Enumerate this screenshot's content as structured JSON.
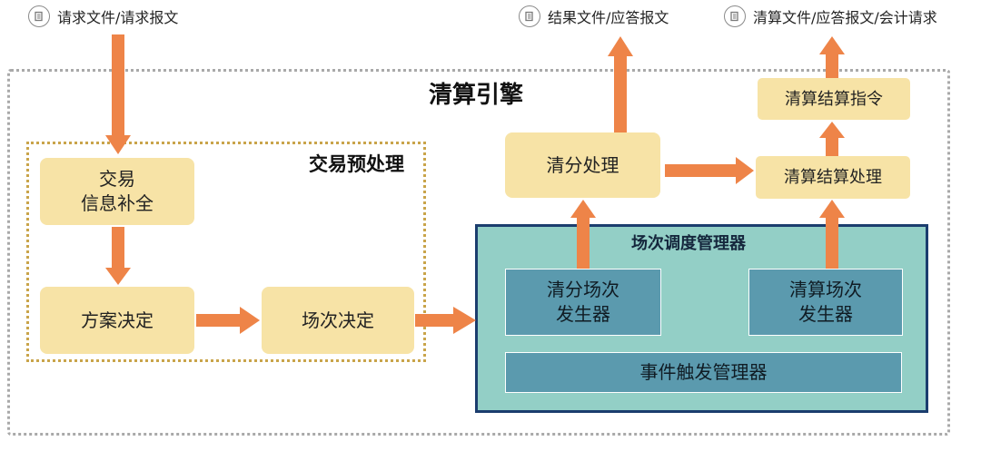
{
  "inputs": {
    "request_doc": "请求文件/请求报文"
  },
  "outputs": {
    "result_doc": "结果文件/应答报文",
    "settlement_doc": "清算文件/应答报文/会计请求"
  },
  "engine": {
    "title": "清算引擎"
  },
  "preprocess": {
    "title": "交易预处理",
    "info_complete_line1": "交易",
    "info_complete_line2": "信息补全",
    "plan_decision": "方案决定",
    "session_decision": "场次决定"
  },
  "clearing": {
    "split_process": "清分处理",
    "settle_process": "清算结算处理",
    "settle_instruction": "清算结算指令"
  },
  "scheduler": {
    "title": "场次调度管理器",
    "split_gen_line1": "清分场次",
    "split_gen_line2": "发生器",
    "settle_gen_line1": "清算场次",
    "settle_gen_line2": "发生器",
    "event_manager": "事件触发管理器"
  },
  "colors": {
    "arrow": "#ee8448",
    "box_fill": "#f7e3a6",
    "scheduler_fill": "#93cfc6",
    "scheduler_border": "#1b3d6e",
    "dark_box_fill": "#5b9aae",
    "preprocess_border": "#c9a44a",
    "engine_border": "#a9a9a9"
  },
  "icons": {
    "document": "document-icon"
  }
}
